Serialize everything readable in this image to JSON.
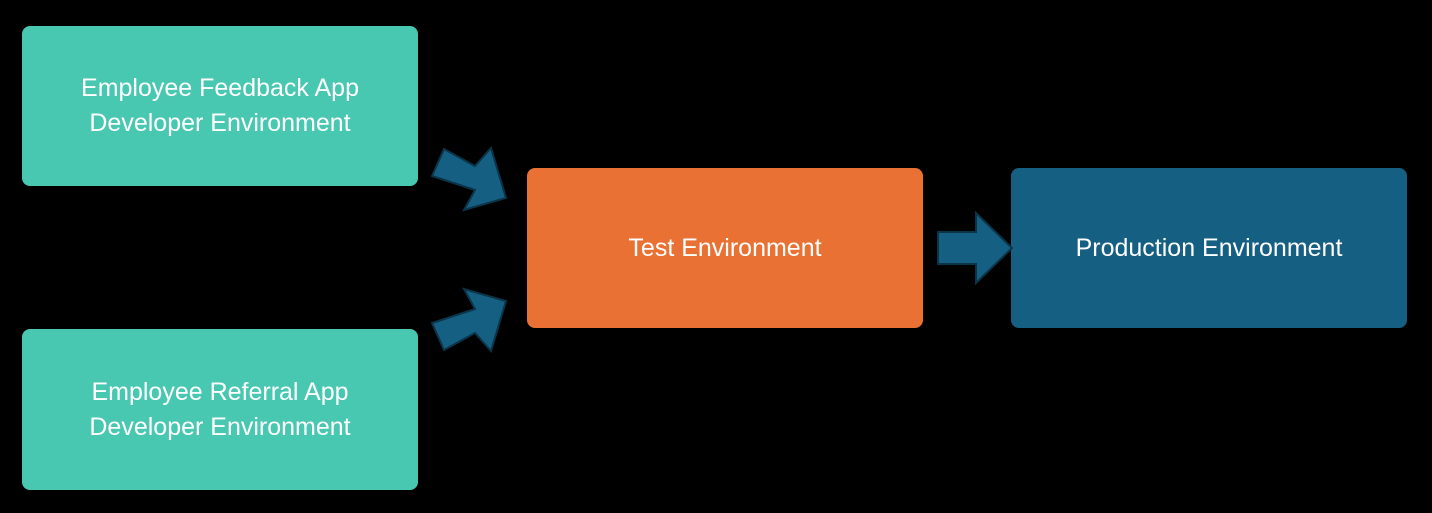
{
  "colors": {
    "background": "#000000",
    "developer_box": "#48c7b1",
    "test_box": "#e87133",
    "production_box": "#155f82",
    "arrow": "#155f82",
    "arrow_outline": "#0b3449",
    "text": "#ffffff"
  },
  "nodes": {
    "dev_feedback": {
      "line1": "Employee Feedback App",
      "line2": "Developer Environment"
    },
    "dev_referral": {
      "line1": "Employee Referral App",
      "line2": "Developer Environment"
    },
    "test": {
      "label": "Test Environment"
    },
    "production": {
      "label": "Production Environment"
    }
  },
  "edges": [
    {
      "from": "dev_feedback",
      "to": "test",
      "icon": "arrow-icon"
    },
    {
      "from": "dev_referral",
      "to": "test",
      "icon": "arrow-icon"
    },
    {
      "from": "test",
      "to": "production",
      "icon": "arrow-icon"
    }
  ]
}
